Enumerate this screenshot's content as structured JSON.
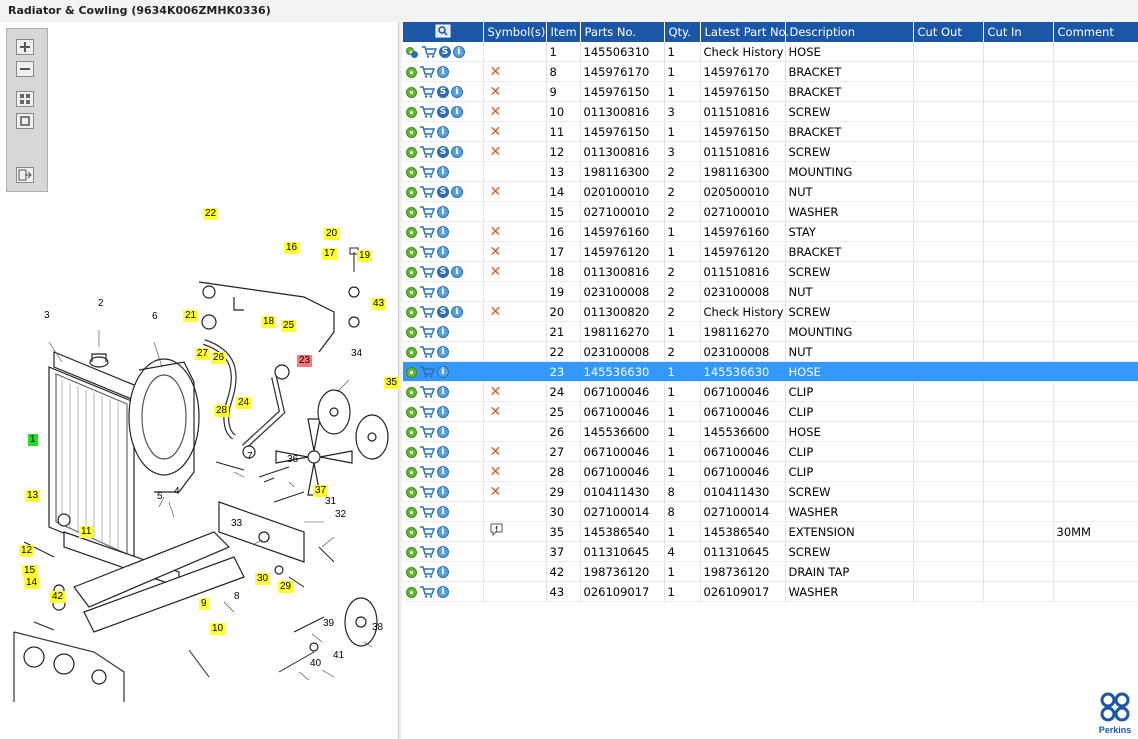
{
  "window": {
    "title": "Radiator & Cowling (9634K006ZMHK0336)"
  },
  "brand": {
    "name": "Perkins",
    "color": "#1c56a6"
  },
  "toolbar": {
    "buttons": [
      "zoom-in-icon",
      "zoom-out-icon",
      "fit-all-icon",
      "fit-window-icon",
      "export-icon"
    ]
  },
  "columns": [
    "",
    "Symbol(s)",
    "Item",
    "Parts No.",
    "Qty.",
    "Latest Part No.",
    "Description",
    "Cut Out",
    "Cut In",
    "Comment"
  ],
  "rows": [
    {
      "icons": "gears-cart-s-info",
      "symbol": "",
      "item": "1",
      "part": "145506310",
      "qty": "1",
      "latest": "Check History",
      "desc": "HOSE",
      "cutout": "",
      "cutin": "",
      "comment": ""
    },
    {
      "icons": "gear-cart-info",
      "symbol": "x",
      "item": "8",
      "part": "145976170",
      "qty": "1",
      "latest": "145976170",
      "desc": "BRACKET",
      "cutout": "",
      "cutin": "",
      "comment": ""
    },
    {
      "icons": "gear-cart-s-info",
      "symbol": "x",
      "item": "9",
      "part": "145976150",
      "qty": "1",
      "latest": "145976150",
      "desc": "BRACKET",
      "cutout": "",
      "cutin": "",
      "comment": ""
    },
    {
      "icons": "gear-cart-s-info",
      "symbol": "x",
      "item": "10",
      "part": "011300816",
      "qty": "3",
      "latest": "011510816",
      "desc": "SCREW",
      "cutout": "",
      "cutin": "",
      "comment": ""
    },
    {
      "icons": "gear-cart-info",
      "symbol": "x",
      "item": "11",
      "part": "145976150",
      "qty": "1",
      "latest": "145976150",
      "desc": "BRACKET",
      "cutout": "",
      "cutin": "",
      "comment": ""
    },
    {
      "icons": "gear-cart-s-info",
      "symbol": "x",
      "item": "12",
      "part": "011300816",
      "qty": "3",
      "latest": "011510816",
      "desc": "SCREW",
      "cutout": "",
      "cutin": "",
      "comment": ""
    },
    {
      "icons": "gear-cart-info",
      "symbol": "",
      "item": "13",
      "part": "198116300",
      "qty": "2",
      "latest": "198116300",
      "desc": "MOUNTING",
      "cutout": "",
      "cutin": "",
      "comment": ""
    },
    {
      "icons": "gear-cart-s-info",
      "symbol": "x",
      "item": "14",
      "part": "020100010",
      "qty": "2",
      "latest": "020500010",
      "desc": "NUT",
      "cutout": "",
      "cutin": "",
      "comment": ""
    },
    {
      "icons": "gear-cart-info",
      "symbol": "",
      "item": "15",
      "part": "027100010",
      "qty": "2",
      "latest": "027100010",
      "desc": "WASHER",
      "cutout": "",
      "cutin": "",
      "comment": ""
    },
    {
      "icons": "gear-cart-info",
      "symbol": "x",
      "item": "16",
      "part": "145976160",
      "qty": "1",
      "latest": "145976160",
      "desc": "STAY",
      "cutout": "",
      "cutin": "",
      "comment": ""
    },
    {
      "icons": "gear-cart-info",
      "symbol": "x",
      "item": "17",
      "part": "145976120",
      "qty": "1",
      "latest": "145976120",
      "desc": "BRACKET",
      "cutout": "",
      "cutin": "",
      "comment": ""
    },
    {
      "icons": "gear-cart-s-info",
      "symbol": "x",
      "item": "18",
      "part": "011300816",
      "qty": "2",
      "latest": "011510816",
      "desc": "SCREW",
      "cutout": "",
      "cutin": "",
      "comment": ""
    },
    {
      "icons": "gear-cart-info",
      "symbol": "",
      "item": "19",
      "part": "023100008",
      "qty": "2",
      "latest": "023100008",
      "desc": "NUT",
      "cutout": "",
      "cutin": "",
      "comment": ""
    },
    {
      "icons": "gear-cart-s-info",
      "symbol": "x",
      "item": "20",
      "part": "011300820",
      "qty": "2",
      "latest": "Check History",
      "desc": "SCREW",
      "cutout": "",
      "cutin": "",
      "comment": ""
    },
    {
      "icons": "gear-cart-info",
      "symbol": "",
      "item": "21",
      "part": "198116270",
      "qty": "1",
      "latest": "198116270",
      "desc": "MOUNTING",
      "cutout": "",
      "cutin": "",
      "comment": ""
    },
    {
      "icons": "gear-cart-info",
      "symbol": "",
      "item": "22",
      "part": "023100008",
      "qty": "2",
      "latest": "023100008",
      "desc": "NUT",
      "cutout": "",
      "cutin": "",
      "comment": ""
    },
    {
      "icons": "gear-cart-info",
      "symbol": "",
      "item": "23",
      "part": "145536630",
      "qty": "1",
      "latest": "145536630",
      "desc": "HOSE",
      "cutout": "",
      "cutin": "",
      "comment": "",
      "selected": true
    },
    {
      "icons": "gear-cart-info",
      "symbol": "x",
      "item": "24",
      "part": "067100046",
      "qty": "1",
      "latest": "067100046",
      "desc": "CLIP",
      "cutout": "",
      "cutin": "",
      "comment": ""
    },
    {
      "icons": "gear-cart-info",
      "symbol": "x",
      "item": "25",
      "part": "067100046",
      "qty": "1",
      "latest": "067100046",
      "desc": "CLIP",
      "cutout": "",
      "cutin": "",
      "comment": ""
    },
    {
      "icons": "gear-cart-info",
      "symbol": "",
      "item": "26",
      "part": "145536600",
      "qty": "1",
      "latest": "145536600",
      "desc": "HOSE",
      "cutout": "",
      "cutin": "",
      "comment": ""
    },
    {
      "icons": "gear-cart-info",
      "symbol": "x",
      "item": "27",
      "part": "067100046",
      "qty": "1",
      "latest": "067100046",
      "desc": "CLIP",
      "cutout": "",
      "cutin": "",
      "comment": ""
    },
    {
      "icons": "gear-cart-info",
      "symbol": "x",
      "item": "28",
      "part": "067100046",
      "qty": "1",
      "latest": "067100046",
      "desc": "CLIP",
      "cutout": "",
      "cutin": "",
      "comment": ""
    },
    {
      "icons": "gear-cart-info",
      "symbol": "x",
      "item": "29",
      "part": "010411430",
      "qty": "8",
      "latest": "010411430",
      "desc": "SCREW",
      "cutout": "",
      "cutin": "",
      "comment": ""
    },
    {
      "icons": "gear-cart-info",
      "symbol": "",
      "item": "30",
      "part": "027100014",
      "qty": "8",
      "latest": "027100014",
      "desc": "WASHER",
      "cutout": "",
      "cutin": "",
      "comment": ""
    },
    {
      "icons": "gear-cart-info",
      "symbol": "note",
      "item": "35",
      "part": "145386540",
      "qty": "1",
      "latest": "145386540",
      "desc": "EXTENSION",
      "cutout": "",
      "cutin": "",
      "comment": "30MM"
    },
    {
      "icons": "gear-cart-info",
      "symbol": "",
      "item": "37",
      "part": "011310645",
      "qty": "4",
      "latest": "011310645",
      "desc": "SCREW",
      "cutout": "",
      "cutin": "",
      "comment": ""
    },
    {
      "icons": "gear-cart-info",
      "symbol": "",
      "item": "42",
      "part": "198736120",
      "qty": "1",
      "latest": "198736120",
      "desc": "DRAIN TAP",
      "cutout": "",
      "cutin": "",
      "comment": ""
    },
    {
      "icons": "gear-cart-info",
      "symbol": "",
      "item": "43",
      "part": "026109017",
      "qty": "1",
      "latest": "026109017",
      "desc": "WASHER",
      "cutout": "",
      "cutin": "",
      "comment": ""
    }
  ],
  "callouts": [
    {
      "n": "22",
      "c": "y"
    },
    {
      "n": "16",
      "c": "y"
    },
    {
      "n": "20",
      "c": "y"
    },
    {
      "n": "17",
      "c": "y"
    },
    {
      "n": "19",
      "c": "y"
    },
    {
      "n": "43",
      "c": "y"
    },
    {
      "n": "18",
      "c": "y"
    },
    {
      "n": "21",
      "c": "y"
    },
    {
      "n": "25",
      "c": "y"
    },
    {
      "n": "27",
      "c": "y"
    },
    {
      "n": "26",
      "c": "y"
    },
    {
      "n": "23",
      "c": "r"
    },
    {
      "n": "28",
      "c": "y"
    },
    {
      "n": "24",
      "c": "y"
    },
    {
      "n": "35",
      "c": "y"
    },
    {
      "n": "1",
      "c": "g"
    },
    {
      "n": "13",
      "c": "y"
    },
    {
      "n": "37",
      "c": "y"
    },
    {
      "n": "11",
      "c": "y"
    },
    {
      "n": "12",
      "c": "y"
    },
    {
      "n": "15",
      "c": "y"
    },
    {
      "n": "14",
      "c": "y"
    },
    {
      "n": "42",
      "c": "y"
    },
    {
      "n": "30",
      "c": "y"
    },
    {
      "n": "29",
      "c": "y"
    },
    {
      "n": "9",
      "c": "y"
    },
    {
      "n": "10",
      "c": "y"
    },
    {
      "n": "2",
      "c": ""
    },
    {
      "n": "3",
      "c": ""
    },
    {
      "n": "6",
      "c": ""
    },
    {
      "n": "34",
      "c": ""
    },
    {
      "n": "36",
      "c": ""
    },
    {
      "n": "7",
      "c": ""
    },
    {
      "n": "4",
      "c": ""
    },
    {
      "n": "5",
      "c": ""
    },
    {
      "n": "31",
      "c": ""
    },
    {
      "n": "33",
      "c": ""
    },
    {
      "n": "32",
      "c": ""
    },
    {
      "n": "8",
      "c": ""
    },
    {
      "n": "38",
      "c": ""
    },
    {
      "n": "39",
      "c": ""
    },
    {
      "n": "40",
      "c": ""
    },
    {
      "n": "41",
      "c": ""
    }
  ]
}
